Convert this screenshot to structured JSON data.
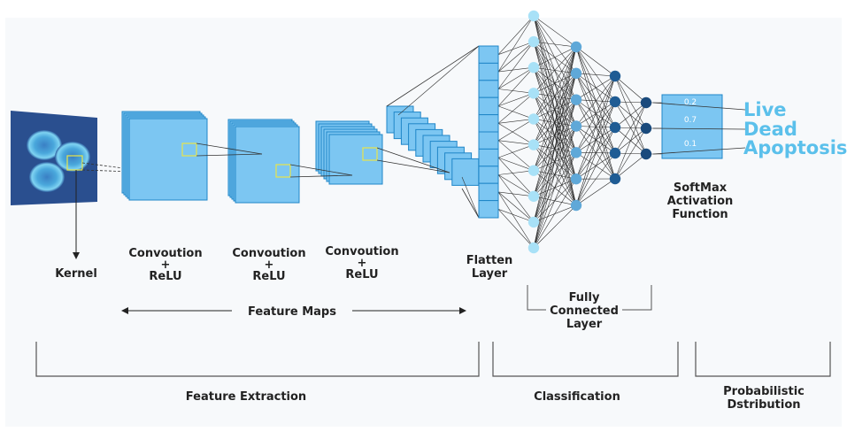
{
  "labels": {
    "kernel": "Kernel",
    "conv": "Convoution",
    "plus": "+",
    "relu": "ReLU",
    "feature_maps": "Feature Maps",
    "flatten1": "Flatten",
    "flatten2": "Layer",
    "fully1": "Fully",
    "fully2": "Connected",
    "fully3": "Layer",
    "softmax1": "SoftMax",
    "softmax2": "Activation",
    "softmax3": "Function",
    "feature_extraction": "Feature Extraction",
    "classification": "Classification",
    "prob1": "Probabilistic",
    "prob2": "Dstribution"
  },
  "softmax_values": [
    "0.2",
    "0.7",
    "0.1"
  ],
  "classes": [
    "Live",
    "Dead",
    "Apoptosis"
  ],
  "network": {
    "flatten_cells": 10,
    "layer1_nodes": 10,
    "layer2_nodes": 7,
    "layer3_nodes": 5,
    "output_nodes": 3
  },
  "colors": {
    "box_fill": "#7cc6f2",
    "box_stroke": "#1f86c8",
    "node_light": "#a8e1f7",
    "node_mid": "#5fa8d8",
    "node_dark": "#1f5c94",
    "node_darkest": "#1a4a7c",
    "class_text": "#5bc0eb",
    "bracket": "#555555"
  }
}
